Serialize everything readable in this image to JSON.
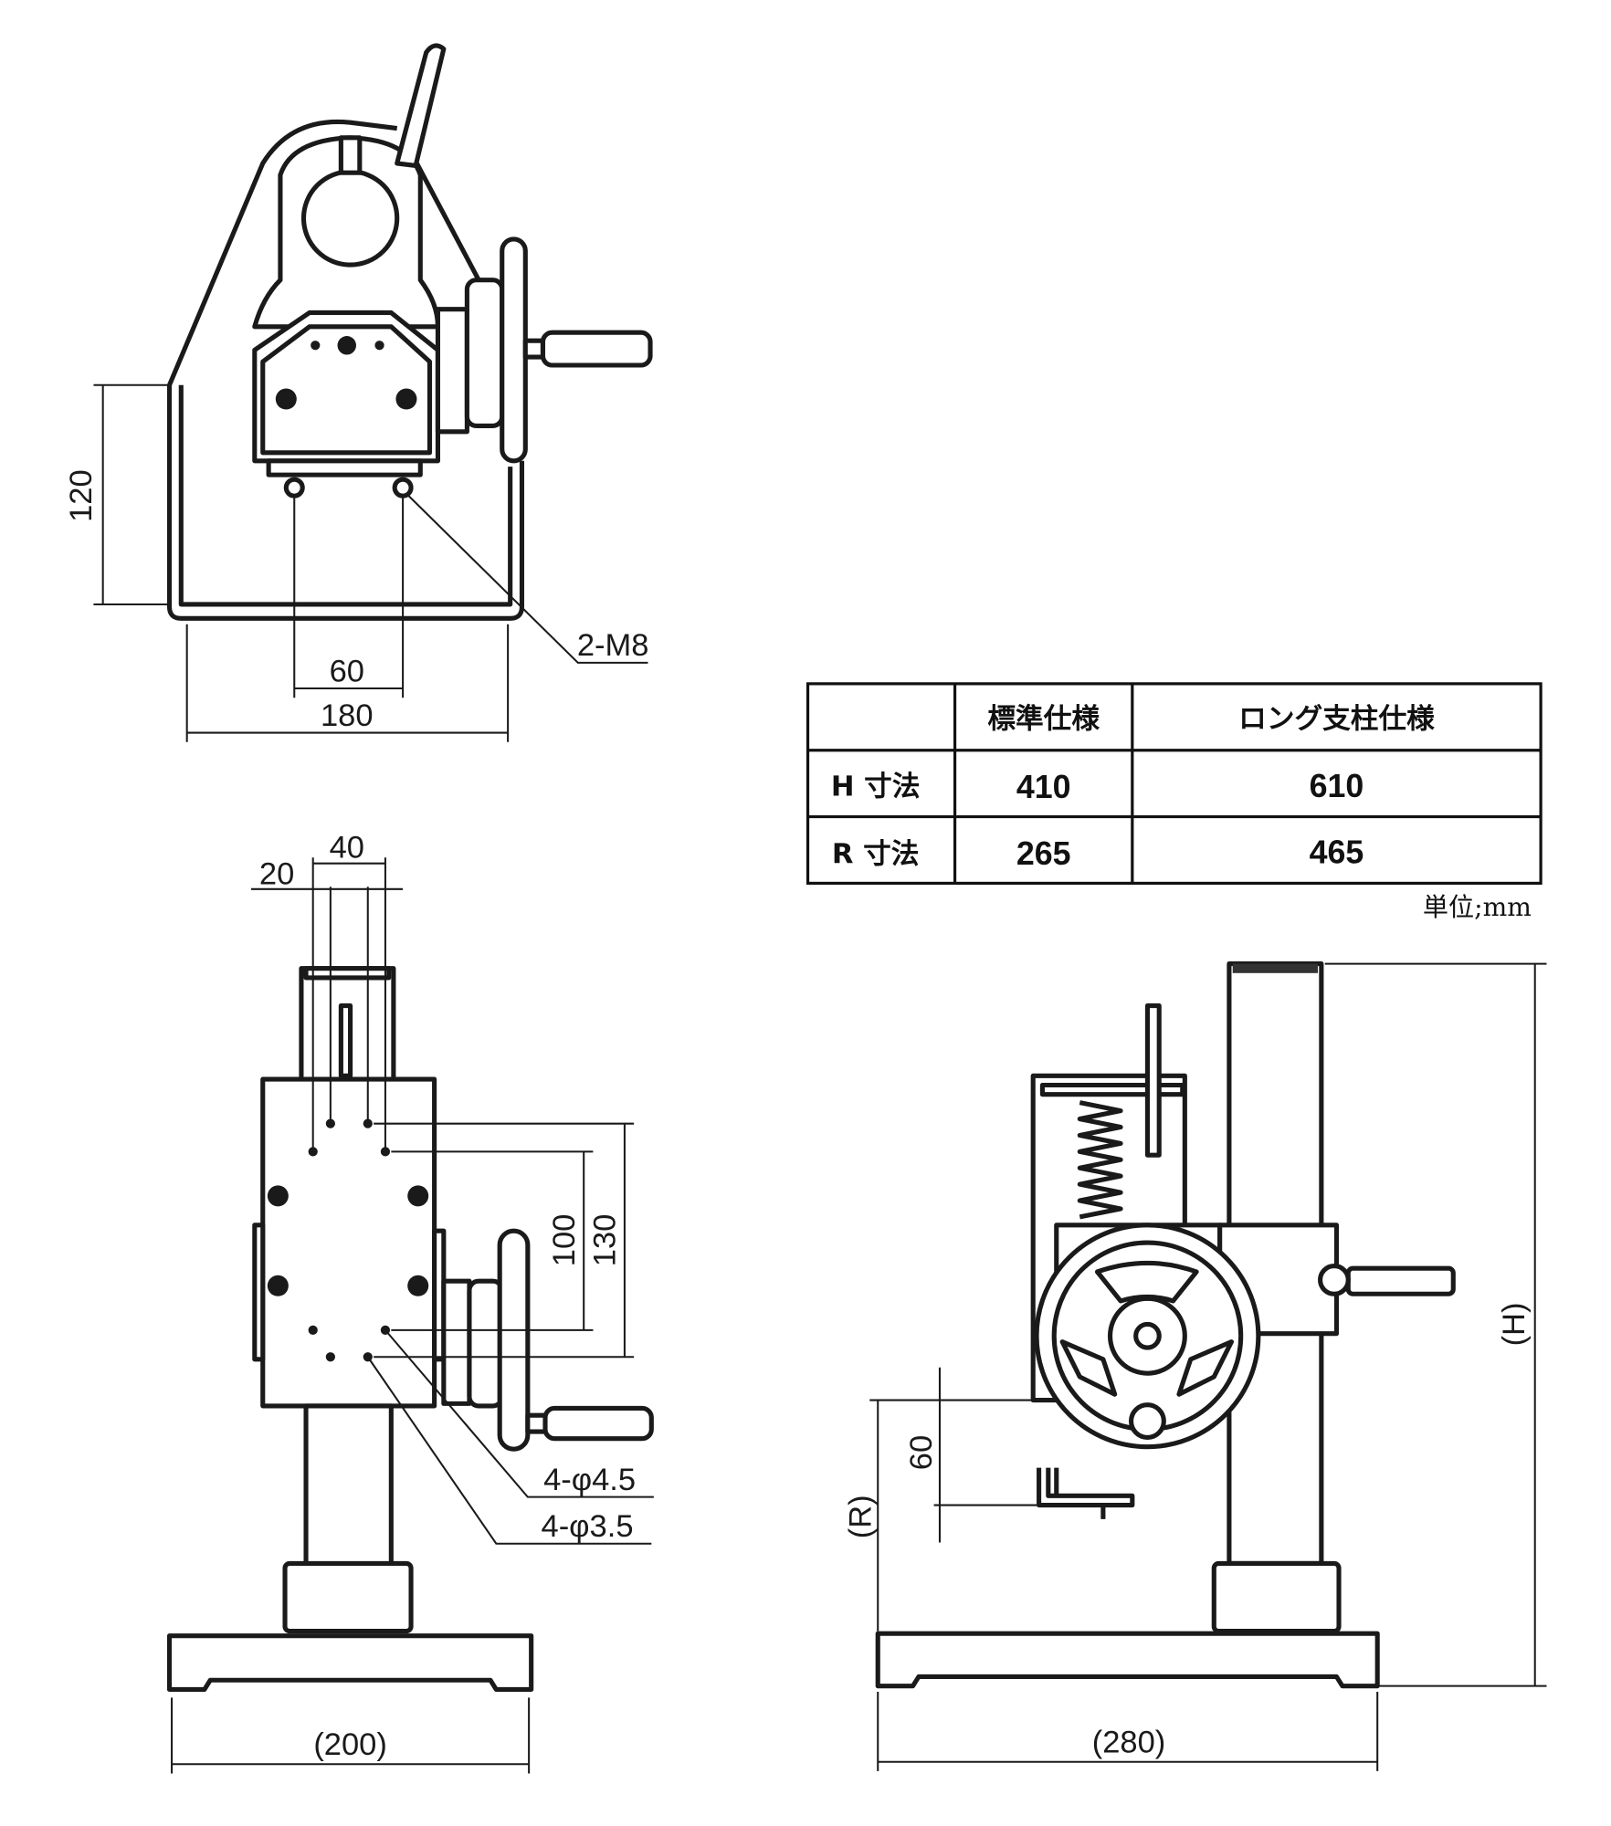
{
  "top_view": {
    "dim_height": "120",
    "dim_hole_pitch": "60",
    "dim_width": "180",
    "thread_callout": "2-M8"
  },
  "spec_table": {
    "headers": [
      "",
      "標準仕様",
      "ロング支柱仕様"
    ],
    "rows": [
      {
        "label": "H 寸法",
        "standard": "410",
        "long": "610"
      },
      {
        "label": "R 寸法",
        "standard": "265",
        "long": "465"
      }
    ],
    "unit": "単位;mm"
  },
  "front_view": {
    "dim_20": "20",
    "dim_40": "40",
    "dim_100": "100",
    "dim_130": "130",
    "hole_callout_1": "4-φ4.5",
    "hole_callout_2": "4-φ3.5",
    "dim_base_width": "(200)"
  },
  "side_view": {
    "dim_H": "(H)",
    "dim_R": "(R)",
    "dim_60": "60",
    "dim_base_depth": "(280)"
  }
}
